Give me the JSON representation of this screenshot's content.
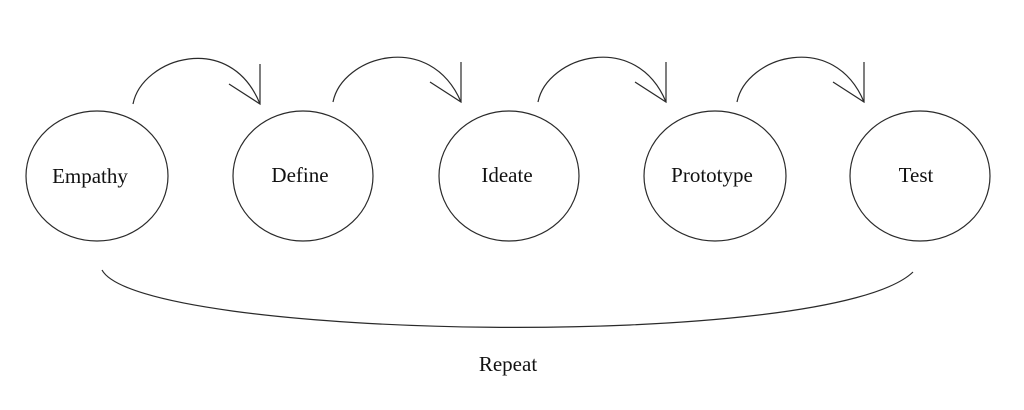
{
  "diagram": {
    "stages": [
      {
        "label": "Empathy"
      },
      {
        "label": "Define"
      },
      {
        "label": "Ideate"
      },
      {
        "label": "Prototype"
      },
      {
        "label": "Test"
      }
    ],
    "loop": {
      "label": "Repeat"
    },
    "colors": {
      "line": "#2a2a2a",
      "text": "#111111",
      "background": "#ffffff"
    }
  }
}
